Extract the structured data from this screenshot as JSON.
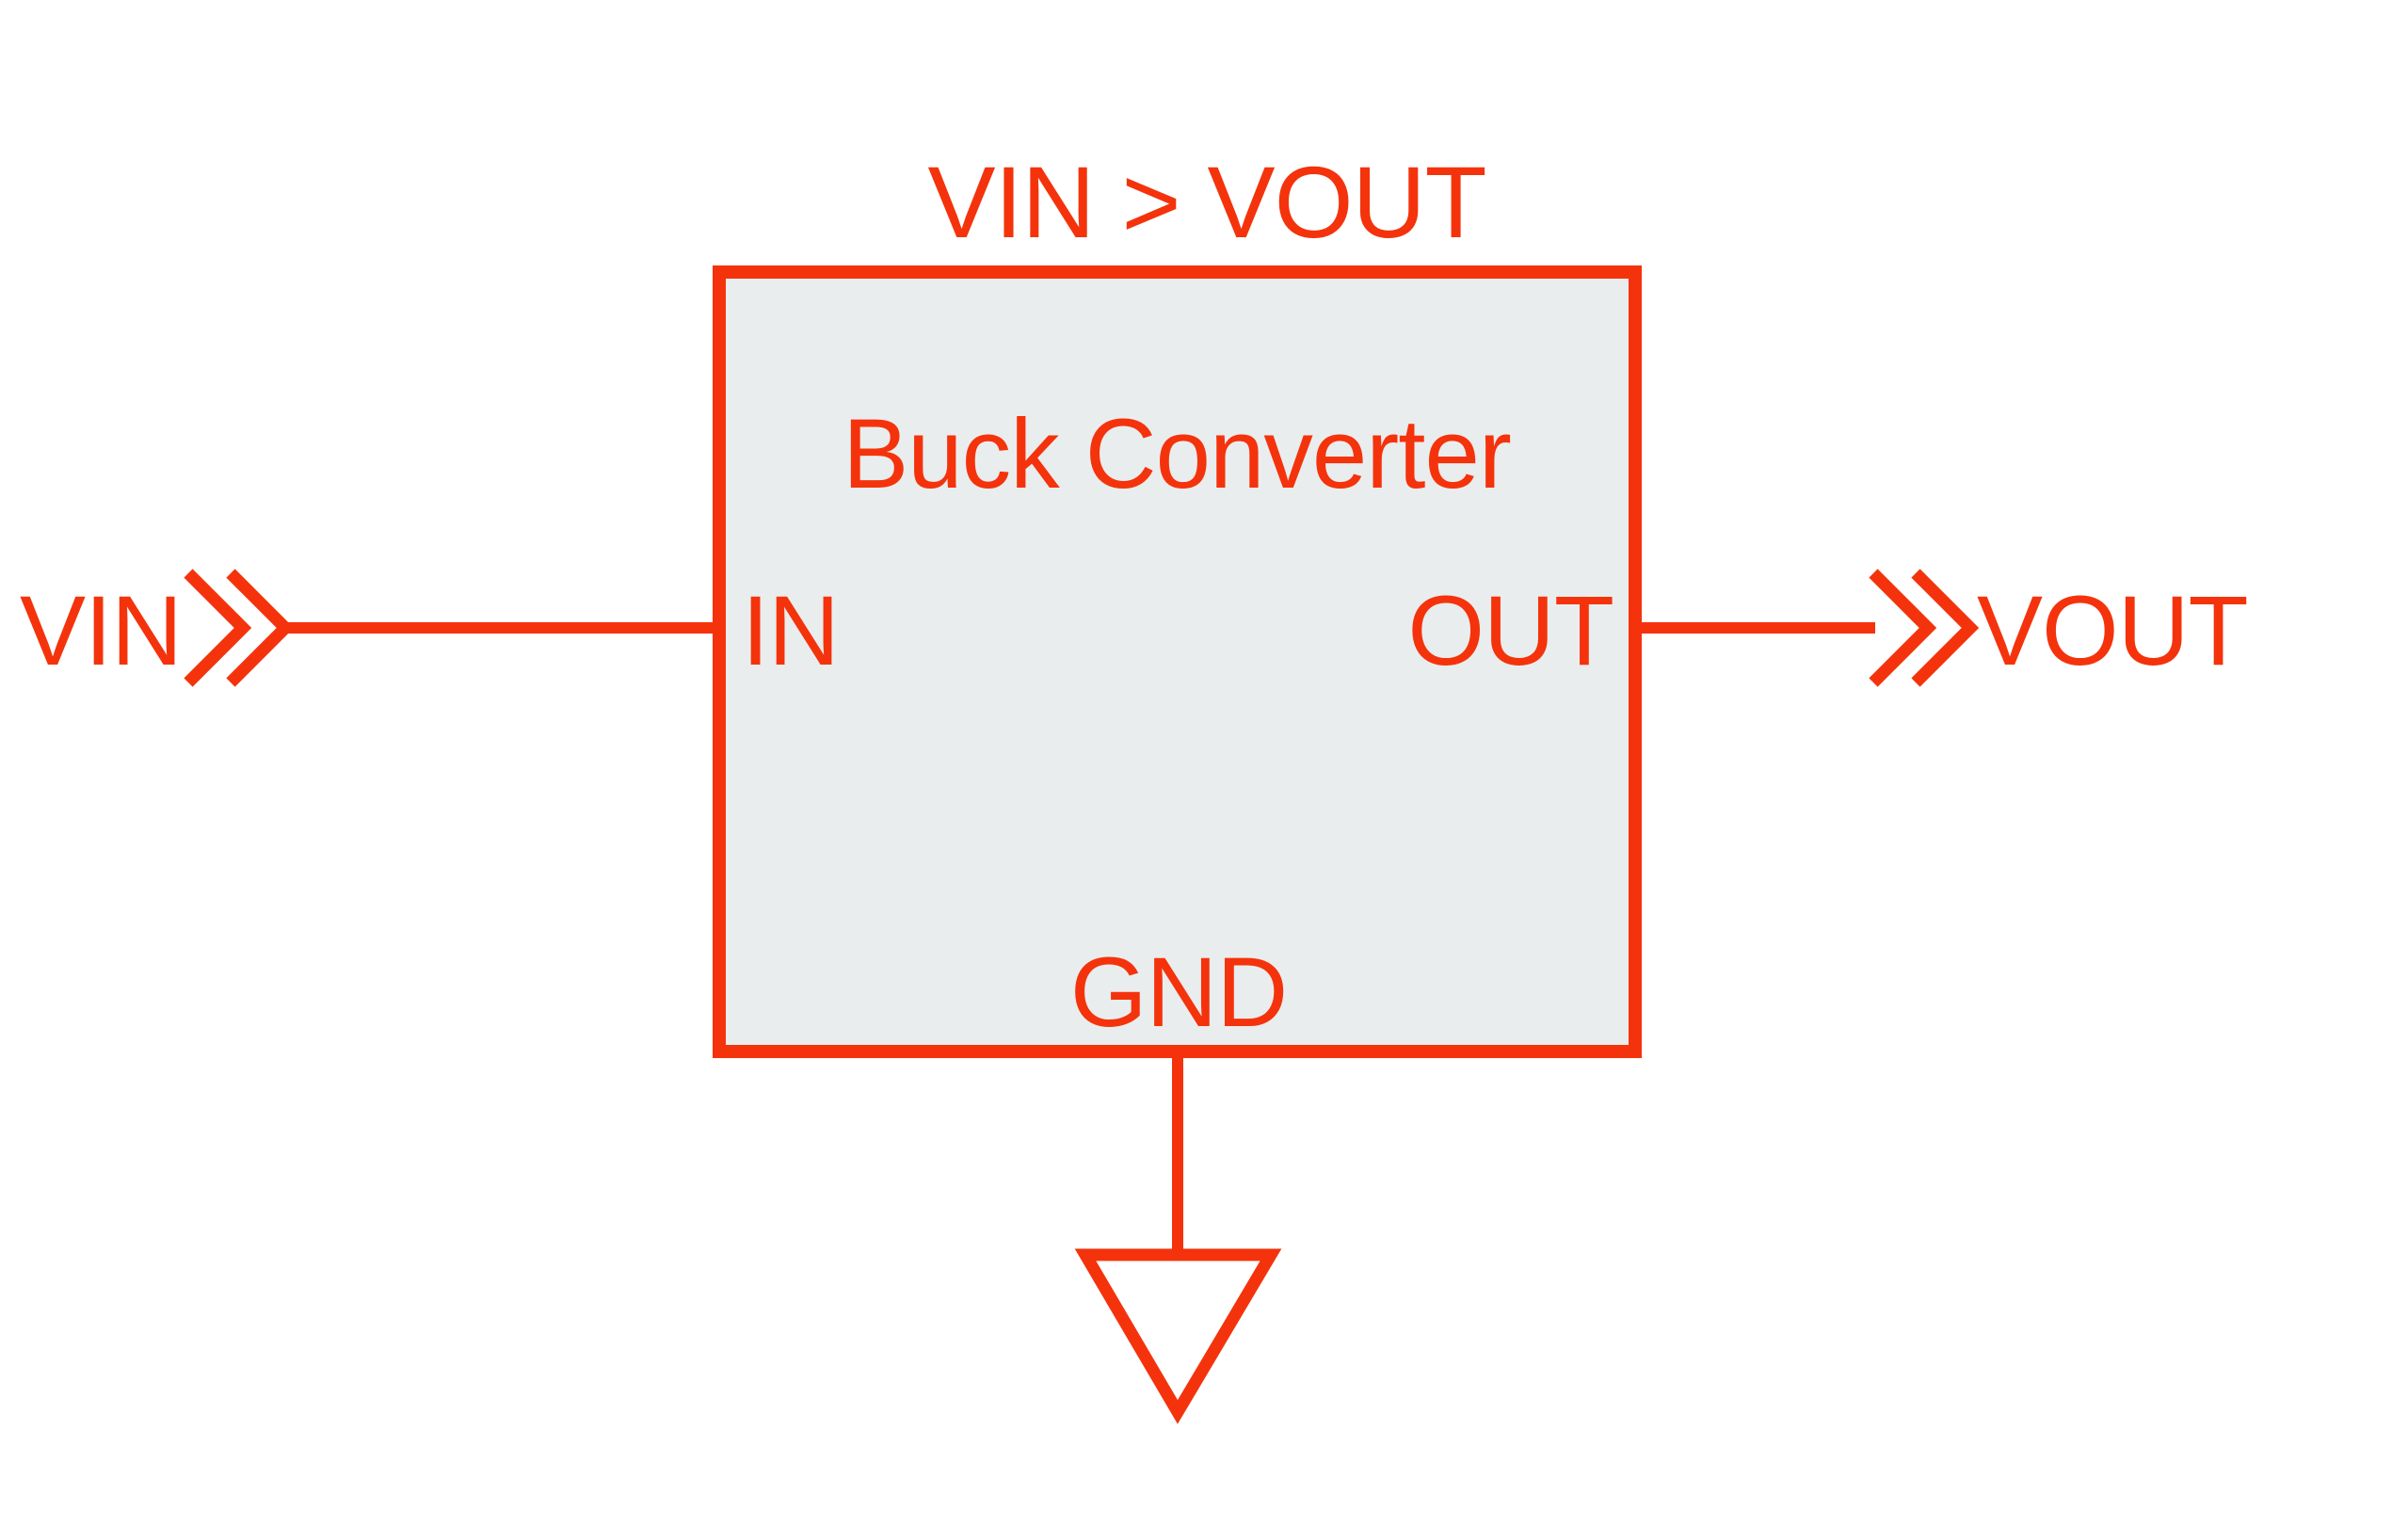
{
  "diagram": {
    "title": "VIN > VOUT",
    "block": {
      "label": "Buck Converter",
      "pin_in": "IN",
      "pin_out": "OUT",
      "pin_gnd": "GND"
    },
    "ports": {
      "input_label": "VIN",
      "output_label": "VOUT"
    },
    "symbols": {
      "input_connector": "double-chevron-right-icon",
      "output_connector": "double-chevron-right-icon",
      "ground": "ground-triangle-icon"
    },
    "colors": {
      "accent": "#F4330C",
      "block_fill": "#EAEDED",
      "background": "#FFFFFF"
    }
  }
}
